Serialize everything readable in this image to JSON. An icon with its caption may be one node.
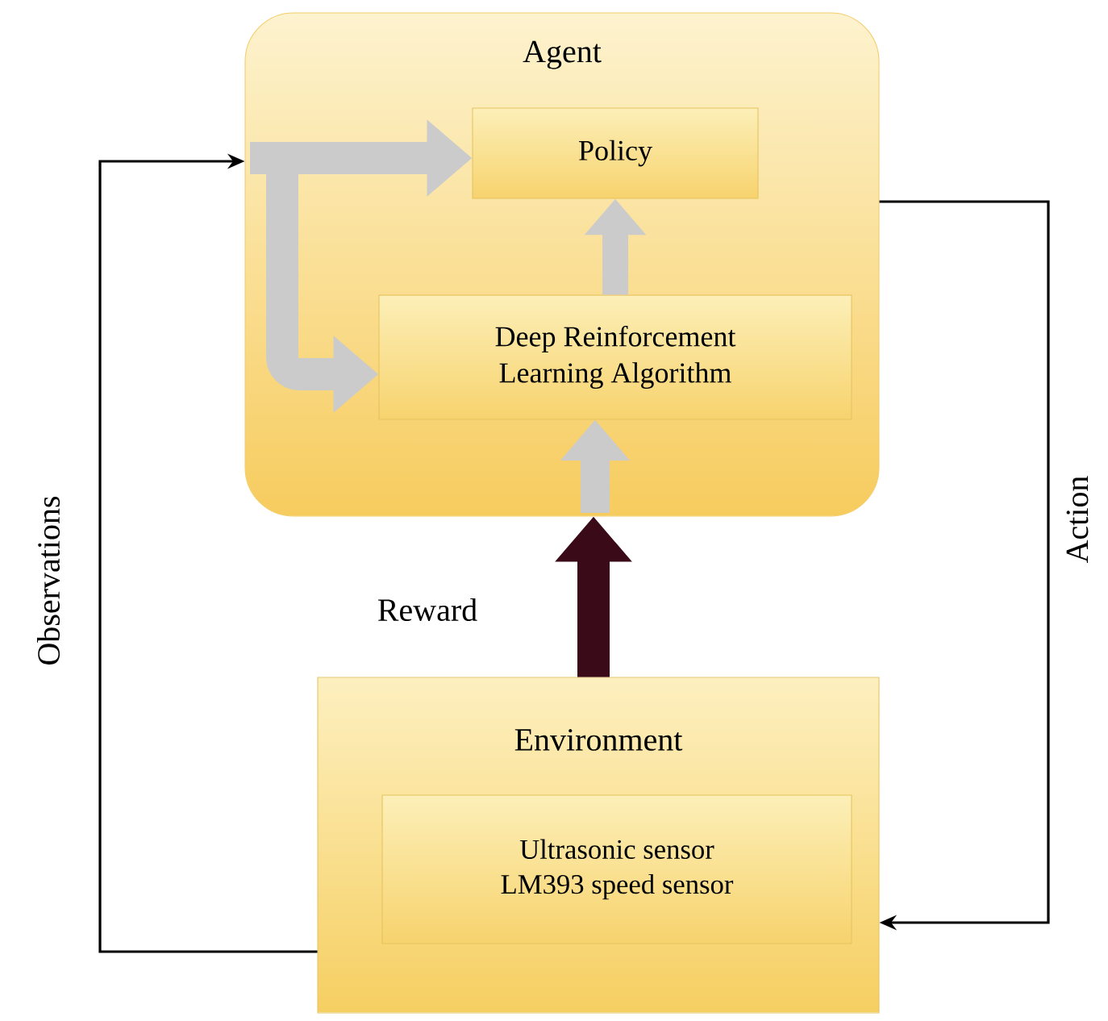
{
  "diagram": {
    "nodes": [
      {
        "text": [
          "Agent"
        ]
      },
      {
        "text": [
          "Policy"
        ],
        "in": 0
      },
      {
        "text": [
          "Deep Reinforcement Learning Algorithm"
        ],
        "in": 0
      },
      {
        "text": [
          "Environment"
        ]
      },
      {
        "text": [
          "Ultrasonic sensor",
          "LM393 speed sensor"
        ],
        "in": 3
      }
    ],
    "edges": [
      {
        "from": 3,
        "to": 0,
        "arrow": "to",
        "label": "Observations",
        "color": "#000000"
      },
      {
        "from": 0,
        "to": 3,
        "arrow": "to",
        "label": "Action",
        "color": "#000000"
      },
      {
        "from": 3,
        "to": 0,
        "arrow": "to",
        "label": "Reward",
        "color": "#3a0a18"
      },
      {
        "from": null,
        "to": 1,
        "arrow": "to"
      },
      {
        "from": null,
        "to": 2,
        "arrow": "to"
      },
      {
        "from": 2,
        "to": 1,
        "arrow": "to"
      },
      {
        "from": null,
        "to": 2,
        "arrow": "to"
      }
    ]
  }
}
